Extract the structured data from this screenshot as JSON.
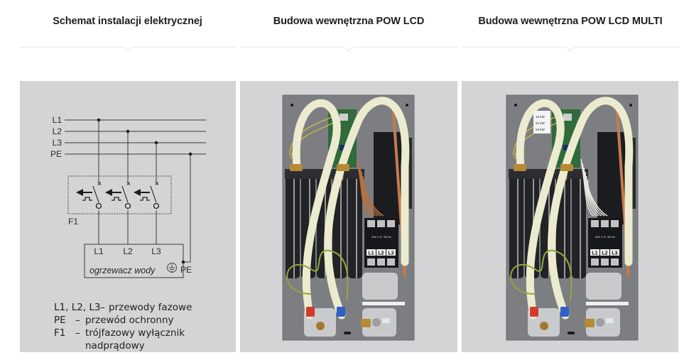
{
  "tabs": [
    {
      "label": "Schemat instalacji elektrycznej",
      "active": true
    },
    {
      "label": "Budowa wewnętrzna POW LCD",
      "active": false
    },
    {
      "label": "Budowa wewnętrzna POW LCD MULTI",
      "active": false
    }
  ],
  "diagram": {
    "bus_labels": [
      "L1",
      "L2",
      "L3",
      "PE"
    ],
    "breaker_label": "F1",
    "heater_terminals": [
      "L1",
      "L2",
      "L3"
    ],
    "heater_name": "ogrzewacz wody",
    "pe_label": "PE",
    "ground_icon": "protective-earth-icon",
    "legend": [
      {
        "key": "L1, L2, L3",
        "dash": "–",
        "desc": "przewody fazowe"
      },
      {
        "key": "PE",
        "dash": "–",
        "desc": "przewód ochronny"
      },
      {
        "key": "F1",
        "dash": "–",
        "desc": "trójfazowy wyłącznik",
        "desc2": "nadprądowy"
      }
    ]
  },
  "photos": [
    {
      "name": "POW LCD",
      "contactor_rating": "400 V 3~ 50 Hz",
      "contactor_terminals": [
        "L1",
        "L2",
        "L3"
      ]
    },
    {
      "name": "POW LCD MULTI",
      "contactor_rating": "400 V 3~ 50 Hz",
      "contactor_terminals": [
        "L1",
        "L2",
        "L3"
      ],
      "power_selector": [
        "12 kW",
        "21 kW",
        "24 kW"
      ]
    }
  ]
}
